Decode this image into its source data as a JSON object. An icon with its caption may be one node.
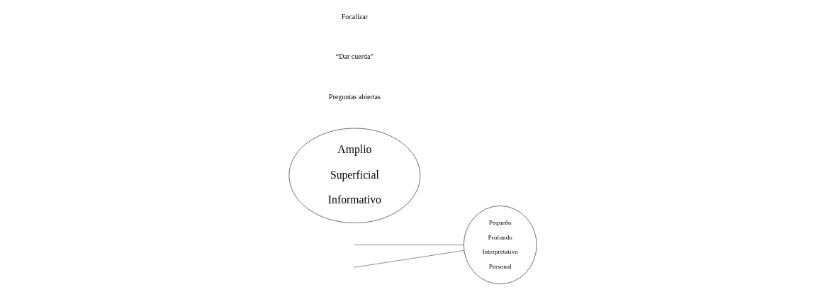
{
  "diagram": {
    "nodes": [
      {
        "text": [
          "Amplio",
          "Superficial",
          "Informativo"
        ]
      },
      {
        "text": [
          "Pequeño",
          "Profundo",
          "Interpretativo",
          "Personal"
        ]
      }
    ],
    "edges": [
      {
        "from": null,
        "to": 1,
        "arrow": "none"
      },
      {
        "from": null,
        "to": 1,
        "arrow": "none"
      }
    ],
    "labels": [
      "Preguntas abiertas",
      "“Dar cuerda”",
      "Focalizar"
    ]
  }
}
